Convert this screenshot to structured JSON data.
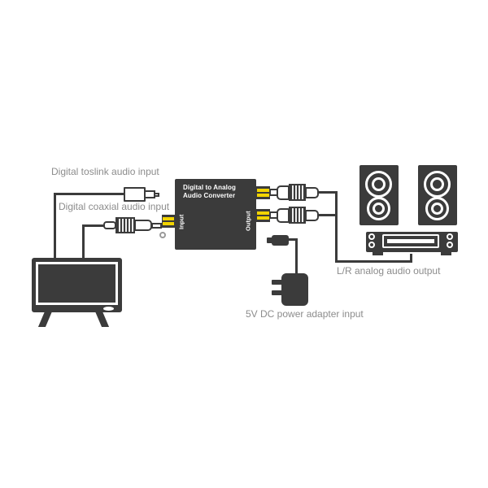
{
  "labels": {
    "toslink_input": "Digital toslink audio input",
    "coaxial_input": "Digital coaxial audio input",
    "analog_output": "L/R analog audio output",
    "power_input": "5V DC power adapter input"
  },
  "converter": {
    "name_line1": "Digital to Analog",
    "name_line2": "Audio Converter",
    "side_input": "Input",
    "side_output": "Output"
  },
  "colors": {
    "device_dark": "#3b3b3b",
    "jack_yellow": "#f2d400",
    "label_gray": "#8c8c8c",
    "background": "#ffffff"
  }
}
